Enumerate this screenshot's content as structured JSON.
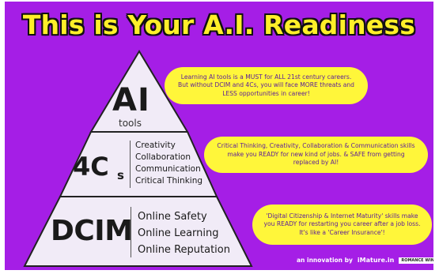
{
  "title": "This is Your A.I. Readiness",
  "pyramid": {
    "top": {
      "heading": "AI",
      "subheading": "tools"
    },
    "middle": {
      "heading": "4C",
      "heading_suffix": "s",
      "items": [
        "Creativity",
        "Collaboration",
        "Communication",
        "Critical Thinking"
      ]
    },
    "bottom": {
      "heading": "DCIM",
      "items": [
        "Online Safety",
        "Online Learning",
        "Online Reputation"
      ]
    }
  },
  "callouts": [
    "Learning AI tools is a MUST for ALL 21st century careers. But without DCIM and 4Cs, you will face MORE threats and LESS opportunities in career!",
    "Critical Thinking, Creativity, Collaboration & Communication skills make you READY for new kind of jobs. & SAFE from getting replaced by AI!",
    "'Digital Citizenship & Internet Maturity' skills make you READY for restarting you career after a job loss. It's like a 'Career Insurance'!"
  ],
  "footer": {
    "prefix": "an innovation by",
    "brand": "iMature.in",
    "badge": "ROMANCE WINNING"
  },
  "colors": {
    "background": "#a51ee6",
    "title": "#ffef29",
    "callout": "#fff63a",
    "callout_text": "#5a1c9a",
    "pyramid_fill": "#f1ebf7"
  }
}
